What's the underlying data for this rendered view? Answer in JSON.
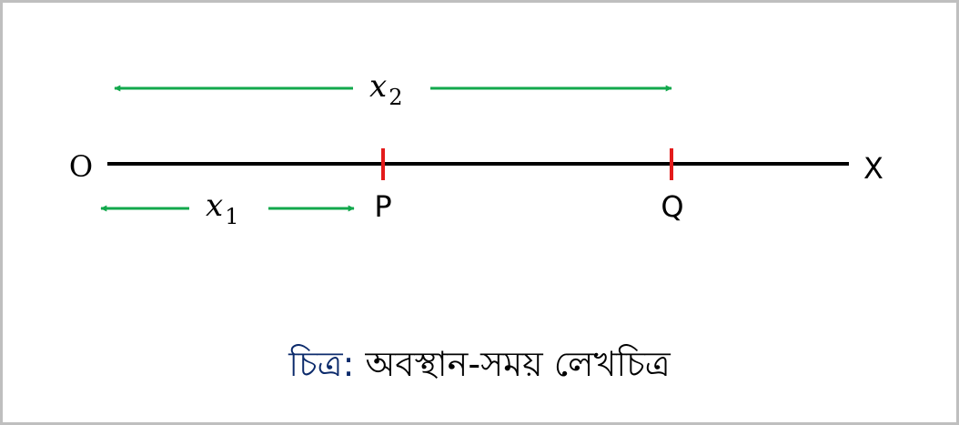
{
  "colors": {
    "axis": "#000000",
    "marker": "#e31b1b",
    "arrow": "#12a84c",
    "caption_prefix": "#0b2a6b",
    "border": "#bfbfbf"
  },
  "labels": {
    "origin": "O",
    "axis_end": "X",
    "point_p": "P",
    "point_q": "Q",
    "x1_base": "x",
    "x1_sub": "1",
    "x2_base": "x",
    "x2_sub": "2"
  },
  "caption": {
    "prefix": "চিত্র:",
    "text": " অবস্থান-সময় লেখচিত্র"
  }
}
